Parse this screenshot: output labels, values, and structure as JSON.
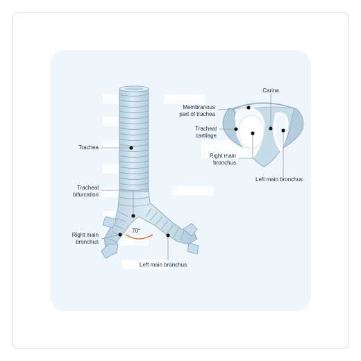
{
  "labels": {
    "trachea": "Trachea",
    "tracheal_bifurcation": "Tracheal\nbifurcation",
    "right_main_bronchus_left": "Right main\nbronchus",
    "left_main_bronchus_left": "Left main bronchus",
    "angle": "70°",
    "carina": "Carina",
    "membranous_part": "Membranous\npart of trachea",
    "tracheal_cartilage": "Tracheal\ncartilage",
    "right_main_bronchus_right": "Right main\nbronchus",
    "left_main_bronchus_right": "Left main bronchus"
  },
  "colors": {
    "panel": "#eef6fb",
    "tube_fill": "#cfe2ee",
    "tube_ring": "#a9c5d7",
    "tube_edge": "#8fb0c4",
    "angle_arc": "#e0742e",
    "leader": "#9a9a9a",
    "dot": "#111111"
  }
}
